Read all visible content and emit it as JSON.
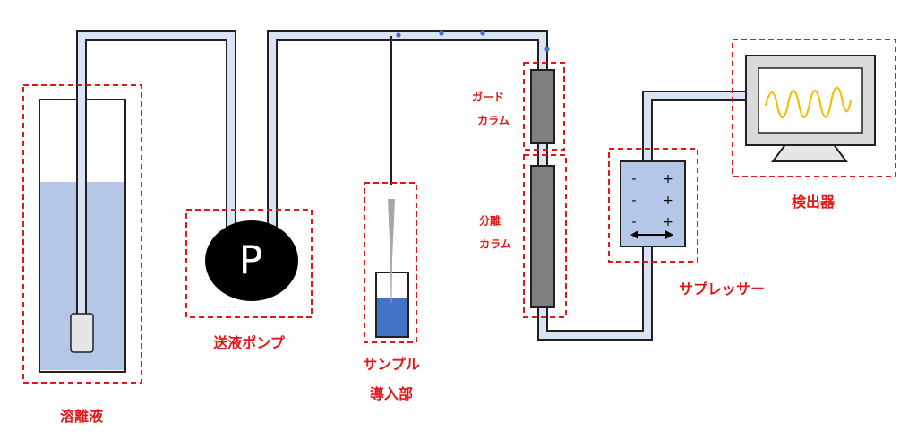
{
  "labels": {
    "eluent": "溶離液",
    "pump": "送液ポンプ",
    "pump_letter": "P",
    "sample_line1": "サンプル",
    "sample_line2": "導入部",
    "guard_line1": "ガード",
    "guard_line2": "カラム",
    "separation_line1": "分離",
    "separation_line2": "カラム",
    "suppressor": "サプレッサー",
    "detector": "検出器"
  },
  "suppressor_signs": {
    "left": [
      "-",
      "-",
      "-"
    ],
    "right": [
      "+",
      "+",
      "+"
    ]
  },
  "colors": {
    "tube_fill": "#dae3f3",
    "tube_edge": "#202020",
    "dashed_box": "#e01818",
    "eluent_liquid": "#b4c7e7",
    "sample_liquid": "#4472c4",
    "column_fill": "#7f7f7f",
    "suppressor_fill": "#b4c7e7",
    "monitor_frame": "#d9d9d9",
    "signal_wave": "#f0c010",
    "pump_fill": "#000000",
    "bubble": "#4472c4"
  }
}
